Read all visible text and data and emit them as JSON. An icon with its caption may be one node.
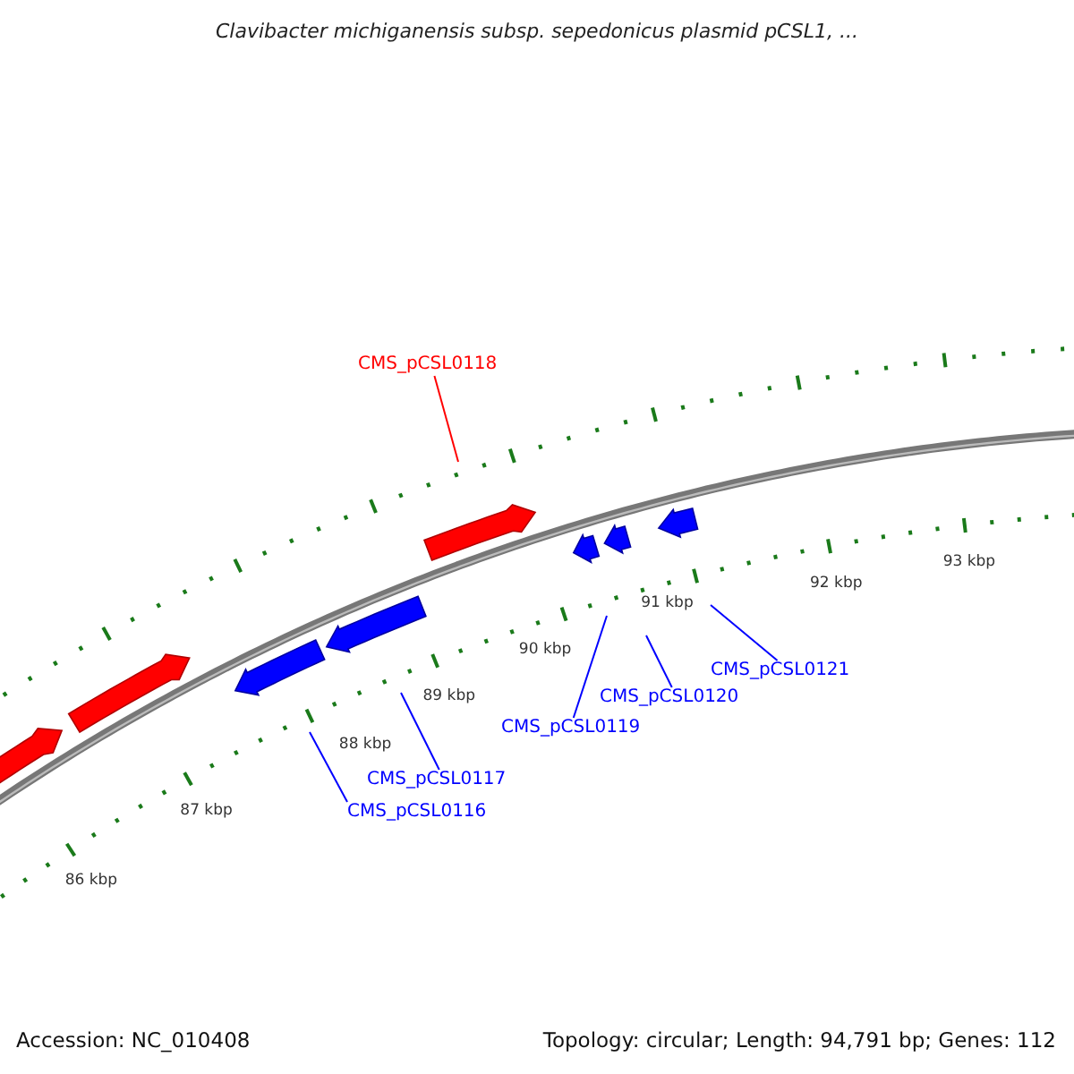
{
  "diagram": {
    "title": "Clavibacter michiganensis subsp. sepedonicus plasmid pCSL1, ...",
    "nodes": [
      {
        "text": [
          "CMS_pCSL0118"
        ]
      },
      {
        "text": [
          "CMS_pCSL0121"
        ]
      },
      {
        "text": [
          "CMS_pCSL0120"
        ]
      },
      {
        "text": [
          "CMS_pCSL0119"
        ]
      },
      {
        "text": [
          "CMS_pCSL0117"
        ]
      },
      {
        "text": [
          "CMS_pCSL0116"
        ]
      }
    ],
    "edges": [
      {
        "from": 0,
        "to": null,
        "arrow": "none",
        "color": "#ff0000"
      },
      {
        "from": 5,
        "to": null,
        "arrow": "none"
      },
      {
        "from": 4,
        "to": null,
        "arrow": "none"
      },
      {
        "from": 3,
        "to": null,
        "arrow": "none"
      },
      {
        "from": 2,
        "to": null,
        "arrow": "none"
      },
      {
        "from": 1,
        "to": null,
        "arrow": "none"
      }
    ],
    "labels": [
      "86 kbp",
      "87 kbp",
      "88 kbp",
      "89 kbp",
      "90 kbp",
      "91 kbp",
      "92 kbp",
      "93 kbp",
      "Accession: NC_010408",
      "Topology: circular; Length: 94,791 bp; Genes: 112"
    ]
  }
}
